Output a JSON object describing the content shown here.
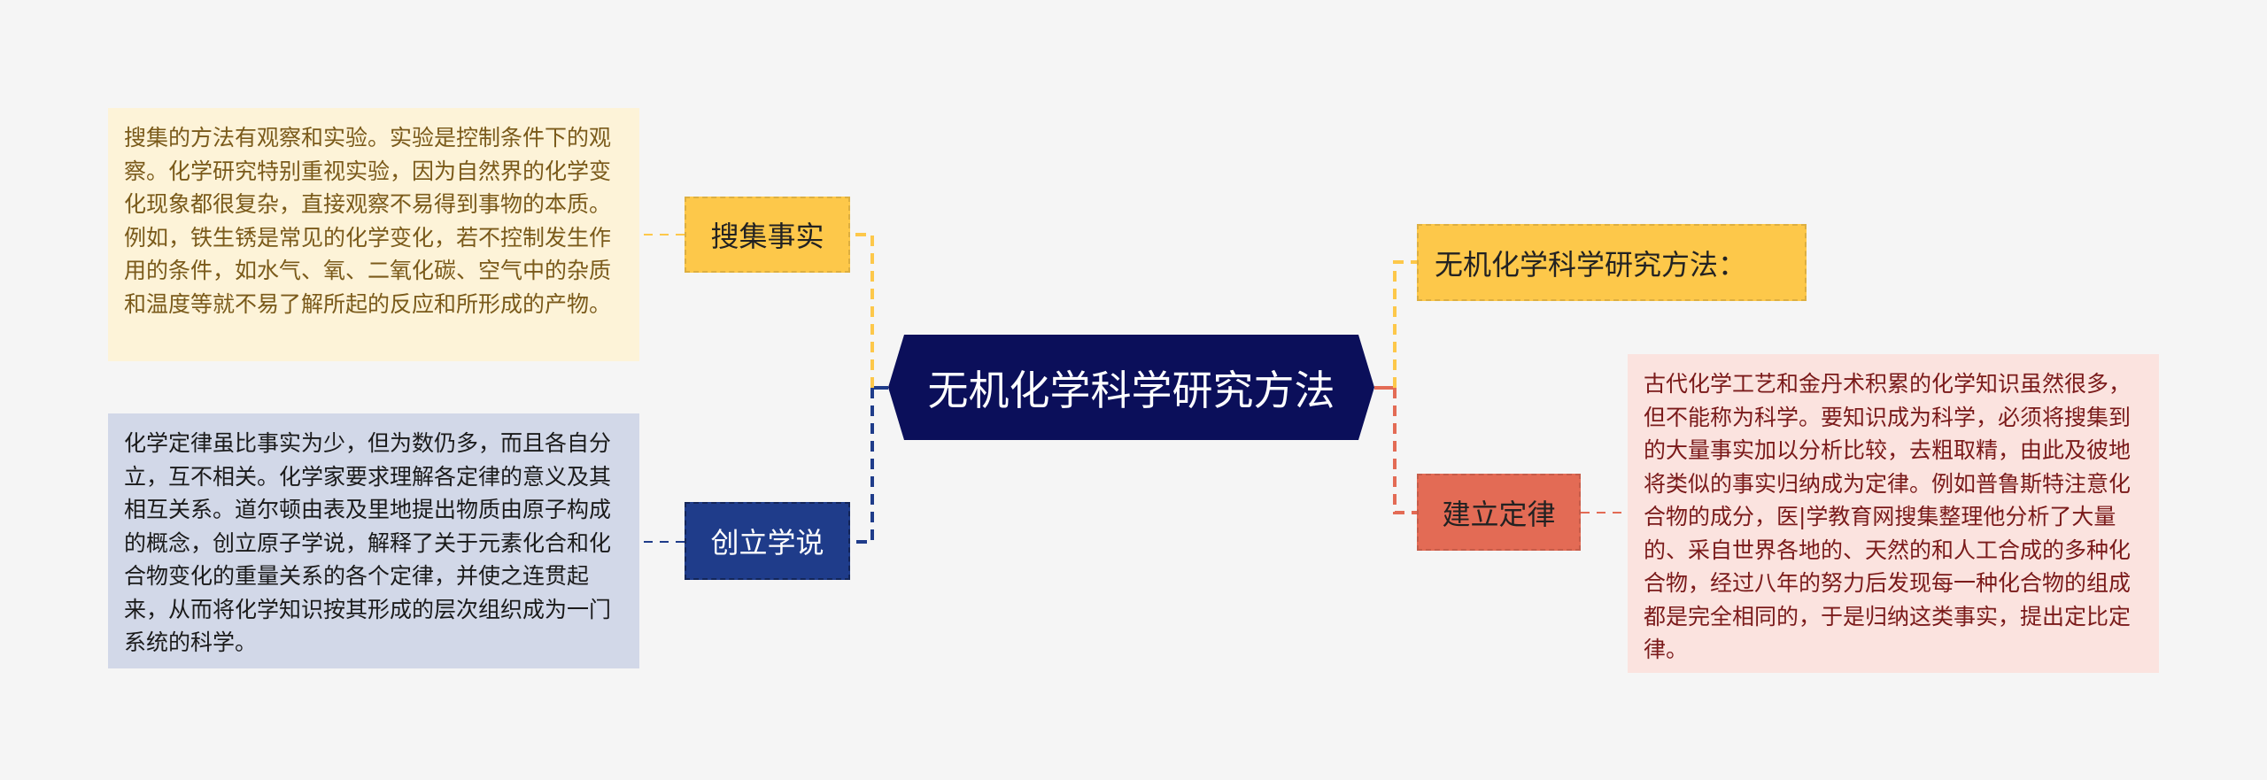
{
  "title": "无机化学科学研究方法",
  "colors": {
    "background": "#f5f5f5",
    "center_fill": "#0b0f5a",
    "yellow": "#fdc84a",
    "navy": "#1f3c8a",
    "coral": "#e36b55",
    "cream_detail": "#fdf3d8",
    "blue_detail": "#d2d8e8",
    "pink_detail": "#fbe3df"
  },
  "center": {
    "label": "无机化学科学研究方法"
  },
  "left_branches": [
    {
      "label": "搜集事实",
      "detail": "搜集的方法有观察和实验。实验是控制条件下的观察。化学研究特别重视实验，因为自然界的化学变化现象都很复杂，直接观察不易得到事物的本质。例如，铁生锈是常见的化学变化，若不控制发生作用的条件，如水气、氧、二氧化碳、空气中的杂质和温度等就不易了解所起的反应和所形成的产物。"
    },
    {
      "label": "创立学说",
      "detail": "化学定律虽比事实为少，但为数仍多，而且各自分立，互不相关。化学家要求理解各定律的意义及其相互关系。道尔顿由表及里地提出物质由原子构成的概念，创立原子学说，解释了关于元素化合和化合物变化的重量关系的各个定律，并使之连贯起来，从而将化学知识按其形成的层次组织成为一门系统的科学。"
    }
  ],
  "right_branches": [
    {
      "label": "无机化学科学研究方法："
    },
    {
      "label": "建立定律",
      "detail": "古代化学工艺和金丹术积累的化学知识虽然很多，但不能称为科学。要知识成为科学，必须将搜集到的大量事实加以分析比较，去粗取精，由此及彼地将类似的事实归纳成为定律。例如普鲁斯特注意化合物的成分，医|学教育网搜集整理他分析了大量的、采自世界各地的、天然的和人工合成的多种化合物，经过八年的努力后发现每一种化合物的组成都是完全相同的，于是归纳这类事实，提出定比定律。"
    }
  ]
}
